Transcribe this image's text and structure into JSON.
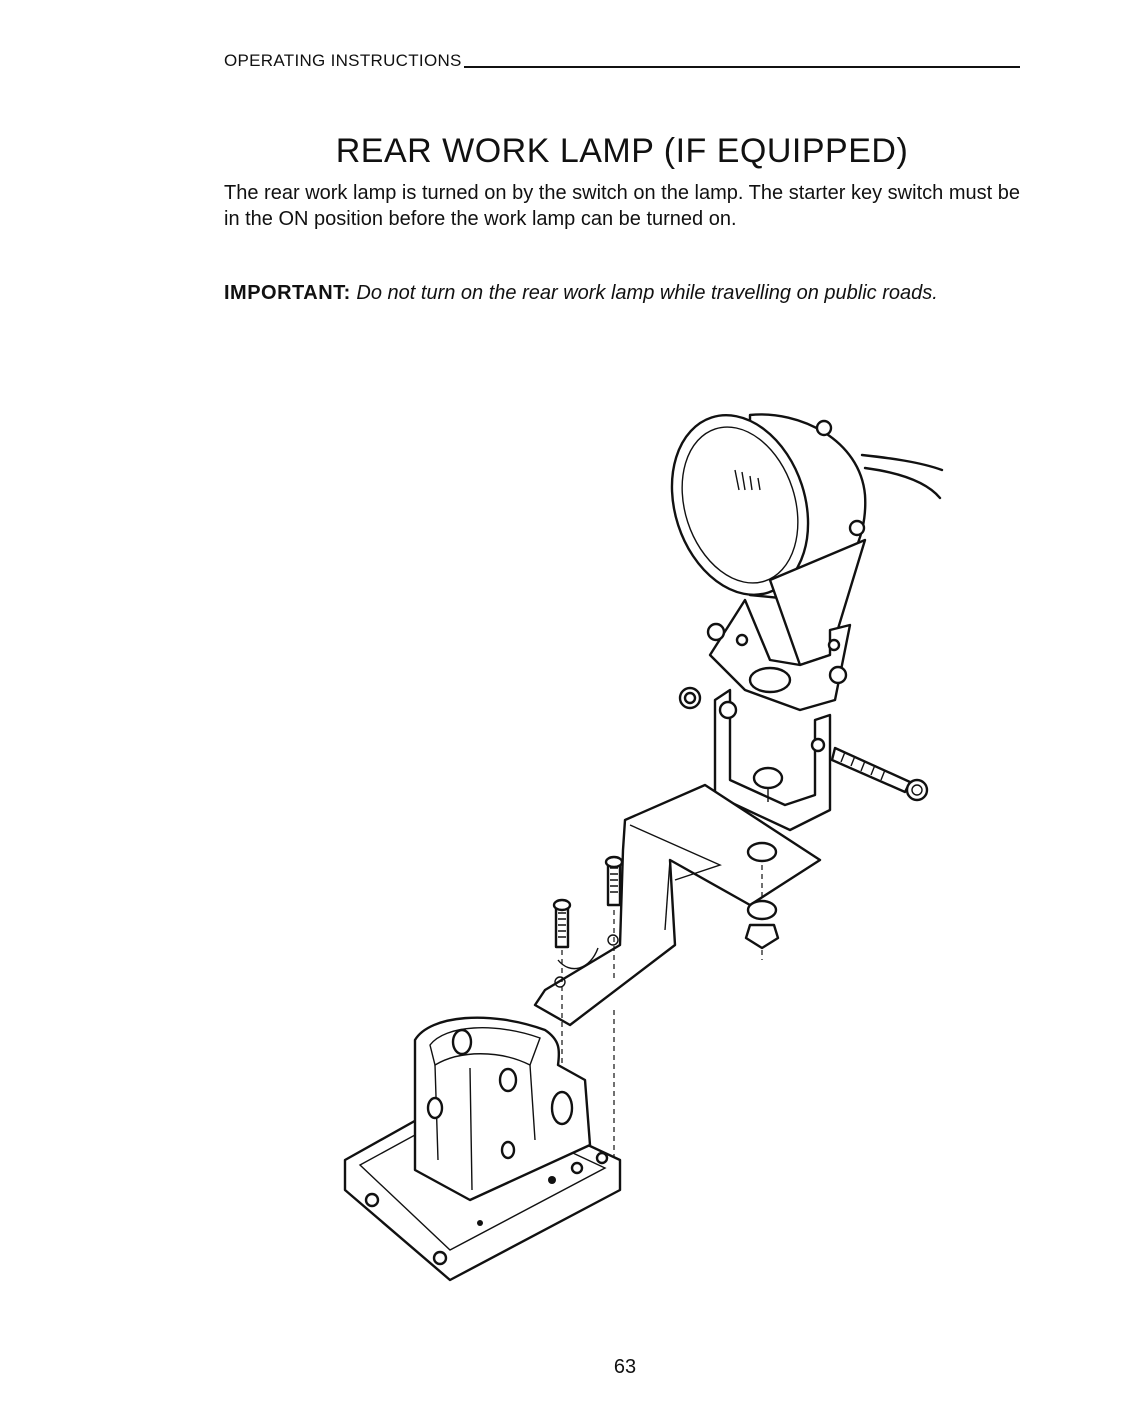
{
  "header": {
    "section": "OPERATING INSTRUCTIONS"
  },
  "title": "REAR WORK LAMP (IF EQUIPPED)",
  "paragraph": "The rear work lamp is turned on by the switch on the lamp. The starter key switch must be in the ON position before the work lamp can be turned on.",
  "important": {
    "label": "IMPORTANT:",
    "text": "Do not turn on the rear work lamp while travelling on public roads."
  },
  "figure": {
    "icon": "work-lamp-mounting-diagram"
  },
  "page_number": "63"
}
